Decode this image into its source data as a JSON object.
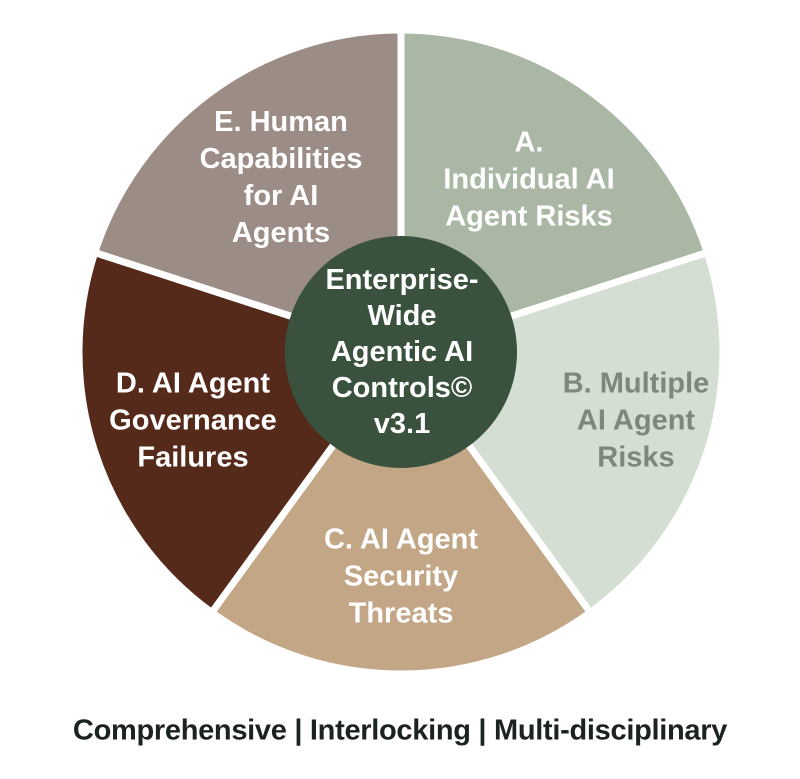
{
  "title": "Enterprise-Wide Agentic AI Controls© v3.1",
  "center": {
    "label": "Enterprise-\nWide\nAgentic AI\nControls©\nv3.1",
    "fill": "#3a523d",
    "text_color": "#ffffff"
  },
  "chart_data": {
    "type": "pie",
    "title": "Enterprise-Wide Agentic AI Controls© v3.1",
    "subtitle": "Comprehensive | Interlocking | Multi-disciplinary",
    "direction": "clockwise",
    "start_angle_deg": 0,
    "legend_position": "none",
    "donut_center_label": "Enterprise-\nWide\nAgentic AI\nControls©\nv3.1",
    "segments": [
      {
        "id": "A",
        "label": "A.\nIndividual AI\nAgent Risks",
        "value": 20,
        "fill": "#a9b7a4",
        "text_color": "#ffffff"
      },
      {
        "id": "B",
        "label": "B. Multiple\nAI Agent\nRisks",
        "value": 20,
        "fill": "#d5ded2",
        "text_color": "#7d887a"
      },
      {
        "id": "C",
        "label": "C. AI Agent\nSecurity\nThreats",
        "value": 20,
        "fill": "#c2a685",
        "text_color": "#ffffff"
      },
      {
        "id": "D",
        "label": "D. AI Agent\nGovernance\nFailures",
        "value": 20,
        "fill": "#552a1a",
        "text_color": "#ffffff"
      },
      {
        "id": "E",
        "label": "E. Human\nCapabilities\nfor AI\nAgents",
        "value": 20,
        "fill": "#9b8c86",
        "text_color": "#ffffff"
      }
    ]
  },
  "footer": {
    "tagline": "Comprehensive | Interlocking | Multi-disciplinary",
    "text_color": "#1b231e"
  },
  "colors": {
    "background": "#ffffff",
    "gap": "#ffffff"
  }
}
